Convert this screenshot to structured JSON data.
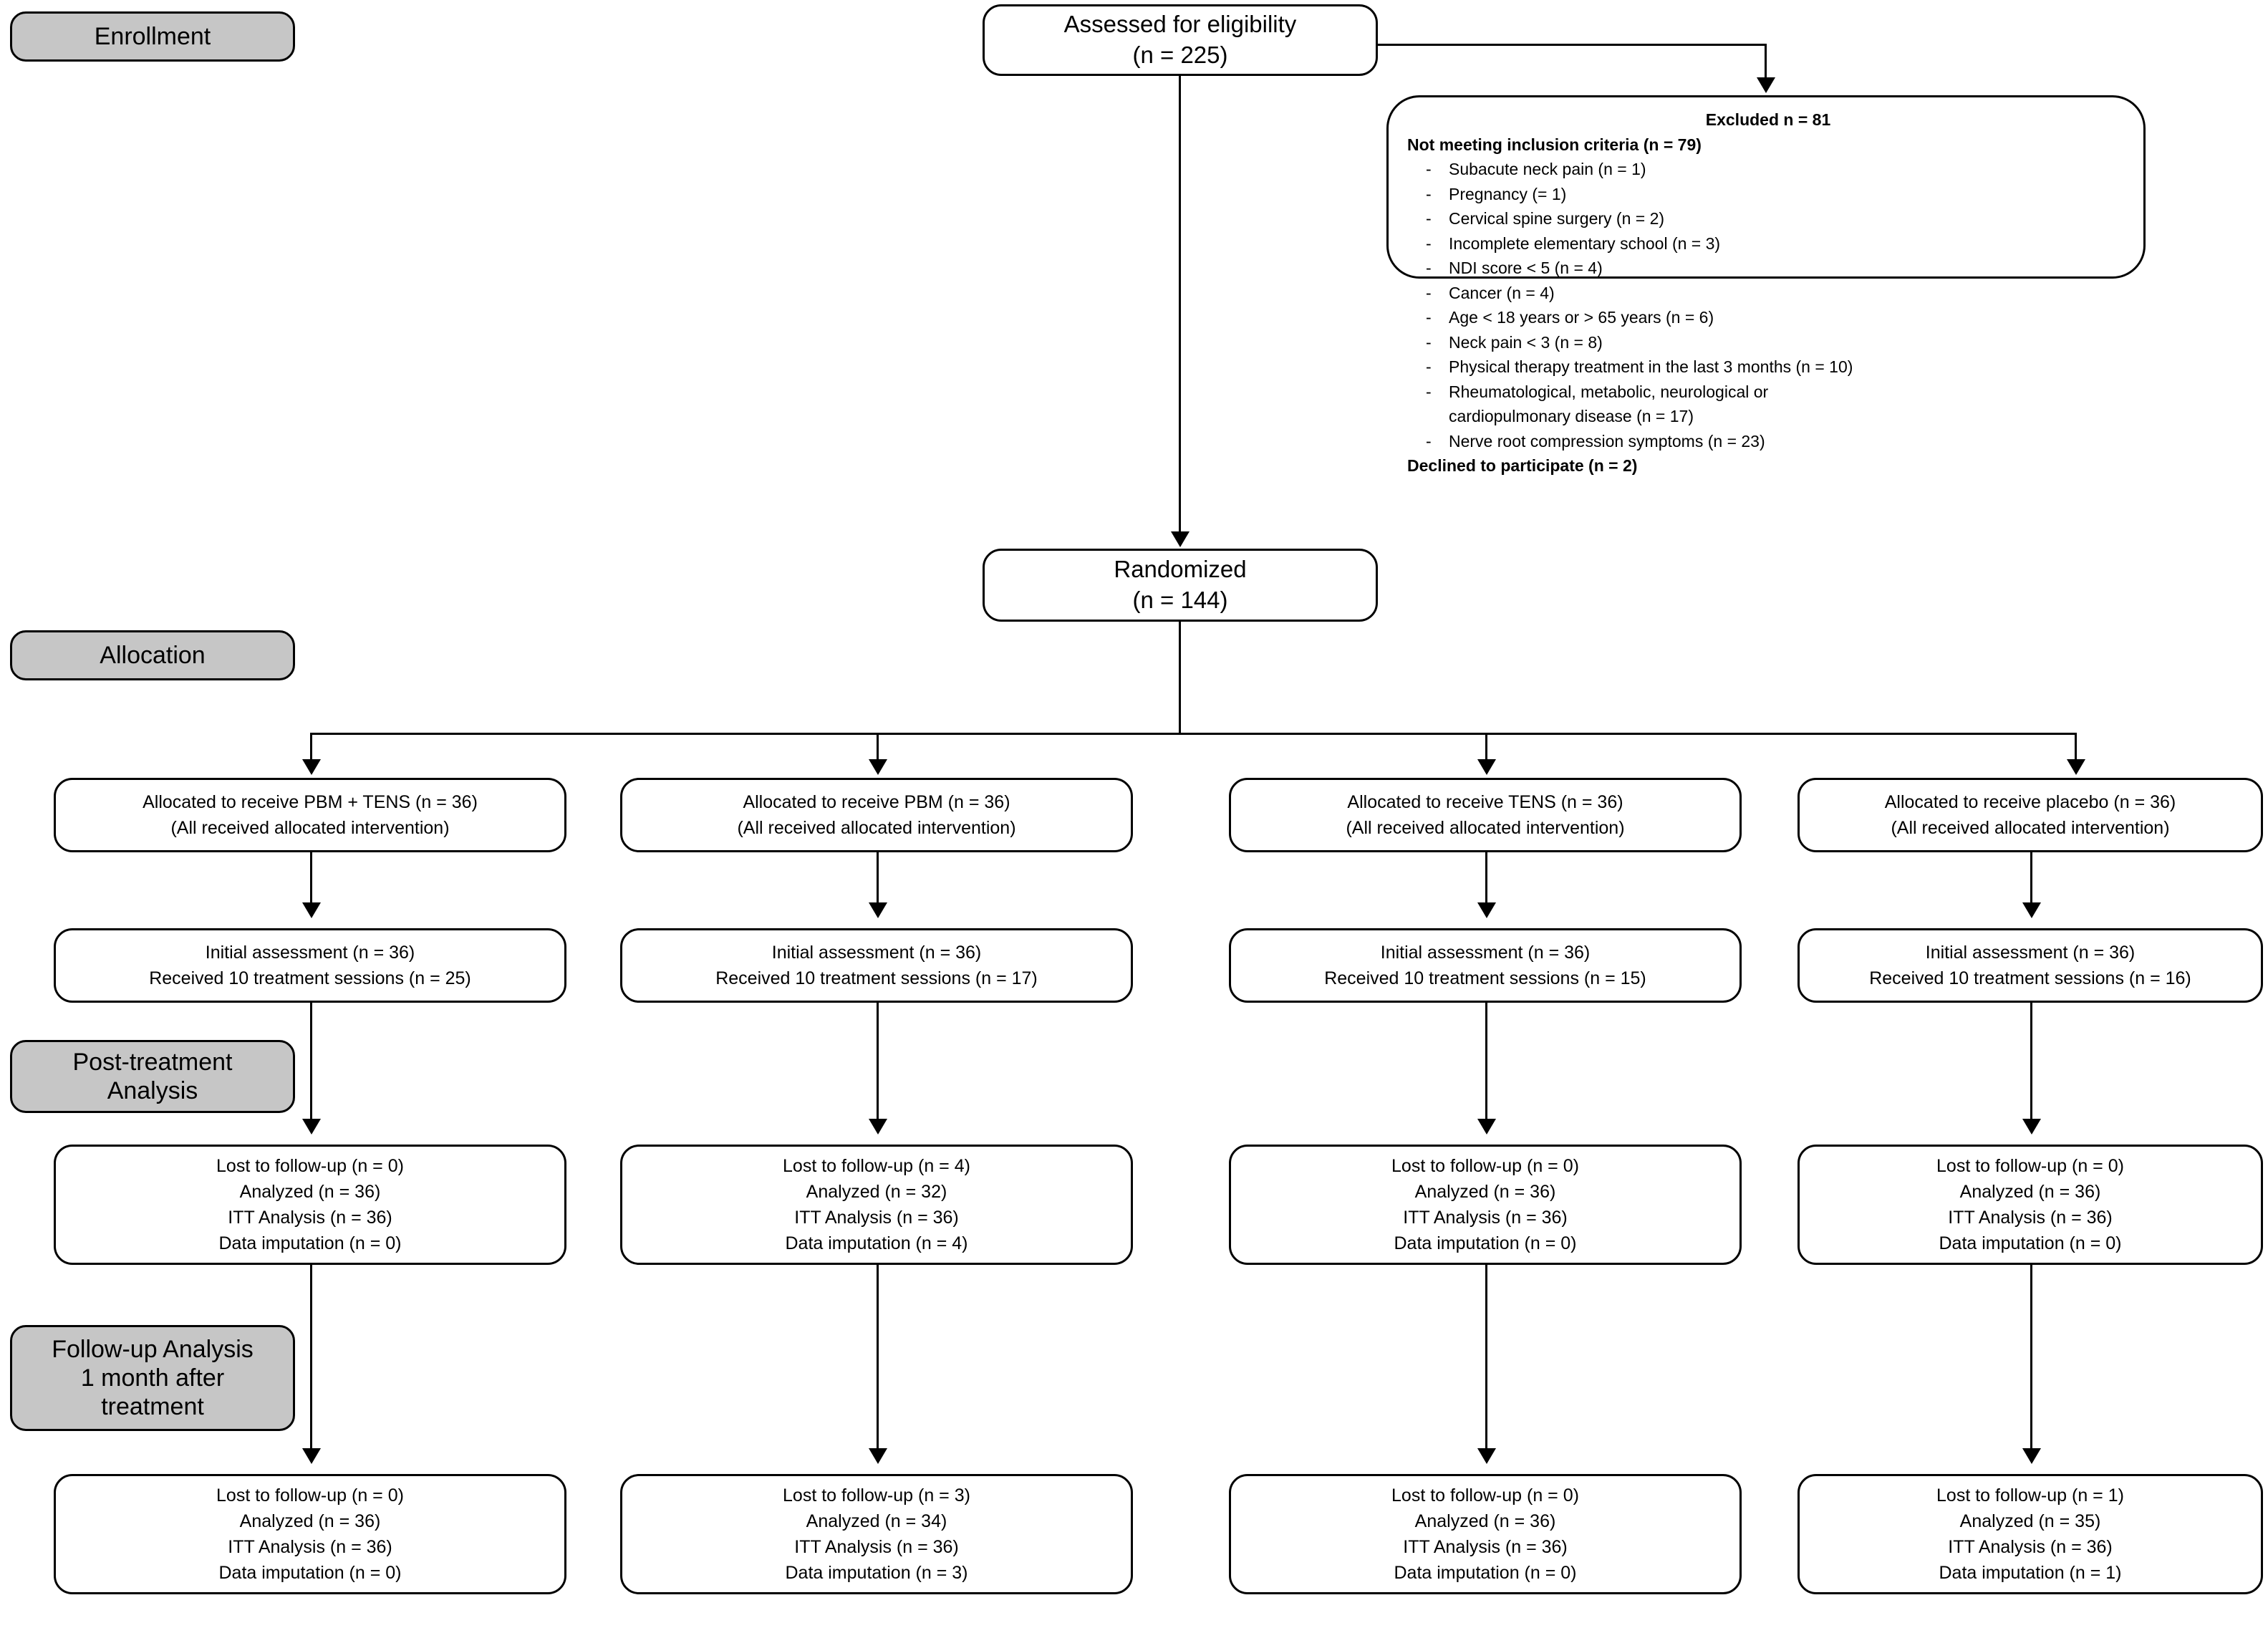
{
  "stages": [
    {
      "id": "enrollment",
      "label": "Enrollment"
    },
    {
      "id": "allocation",
      "label": "Allocation"
    },
    {
      "id": "post-treatment",
      "label": "Post-treatment\nAnalysis"
    },
    {
      "id": "follow-up",
      "label": "Follow-up Analysis\n1 month after\ntreatment"
    }
  ],
  "stage_labels": {
    "enrollment": "Enrollment",
    "allocation": "Allocation",
    "post_l1": "Post-treatment",
    "post_l2": "Analysis",
    "follow_l1": "Follow-up Analysis",
    "follow_l2": "1 month after",
    "follow_l3": "treatment"
  },
  "eligibility": {
    "line1": "Assessed for eligibility",
    "line2": "(n = 225)",
    "n": 225
  },
  "excluded": {
    "header": "Excluded n = 81",
    "n": 81,
    "subheader": "Not meeting inclusion criteria  (n = 79)",
    "not_meeting_n": 79,
    "reasons": [
      "Subacute neck pain (n = 1)",
      "Pregnancy (= 1)",
      "Cervical  spine surgery (n = 2)",
      "Incomplete elementary school (n = 3)",
      "NDI  score < 5 (n = 4)",
      "Cancer (n = 4)",
      "Age < 18 years or > 65 years (n = 6)",
      "Neck pain < 3 (n = 8)",
      "Physical therapy treatment in the last 3 months (n = 10)",
      "Rheumatological,  metabolic, neurological or cardiopulmonary  disease (n = 17)",
      "Nerve  root compression symptoms (n = 23)"
    ],
    "declined": "Declined to participate (n = 2)",
    "declined_n": 2
  },
  "randomized": {
    "line1": "Randomized",
    "line2": "(n = 144)",
    "n": 144
  },
  "arms": [
    {
      "key": "pbm_tens",
      "allocation": {
        "line1": "Allocated to receive PBM + TENS (n = 36)",
        "line2": "(All received  allocated intervention)"
      },
      "initial": {
        "line1": "Initial assessment (n = 36)",
        "line2": "Received  10 treatment sessions (n = 25)"
      },
      "post": {
        "line1": "Lost to follow-up  (n = 0)",
        "line2": "Analyzed (n = 36)",
        "line3": "ITT Analysis (n = 36)",
        "line4": "Data imputation (n = 0)"
      },
      "followup": {
        "line1": "Lost to follow-up  (n = 0)",
        "line2": "Analyzed (n = 36)",
        "line3": "ITT Analysis (n = 36)",
        "line4": "Data imputation (n = 0)"
      }
    },
    {
      "key": "pbm",
      "allocation": {
        "line1": "Allocated to receive PBM (n = 36)",
        "line2": "(All received  allocated intervention)"
      },
      "initial": {
        "line1": "Initial assessment (n = 36)",
        "line2": "Received  10 treatment sessions (n = 17)"
      },
      "post": {
        "line1": "Lost to follow-up  (n = 4)",
        "line2": "Analyzed (n = 32)",
        "line3": "ITT Analysis (n = 36)",
        "line4": "Data imputation (n = 4)"
      },
      "followup": {
        "line1": "Lost to follow-up  (n = 3)",
        "line2": "Analyzed (n = 34)",
        "line3": "ITT Analysis (n = 36)",
        "line4": "Data imputation (n = 3)"
      }
    },
    {
      "key": "tens",
      "allocation": {
        "line1": "Allocated to receive TENS (n = 36)",
        "line2": "(All received  allocated intervention)"
      },
      "initial": {
        "line1": "Initial assessment (n = 36)",
        "line2": "Received  10 treatment sessions (n = 15)"
      },
      "post": {
        "line1": "Lost to follow-up  (n = 0)",
        "line2": "Analyzed (n = 36)",
        "line3": "ITT Analysis (n = 36)",
        "line4": "Data imputation (n = 0)"
      },
      "followup": {
        "line1": "Lost to follow-up  (n = 0)",
        "line2": "Analyzed (n = 36)",
        "line3": "ITT Analysis (n = 36)",
        "line4": "Data imputation (n = 0)"
      }
    },
    {
      "key": "placebo",
      "allocation": {
        "line1": "Allocated to receive placebo (n = 36)",
        "line2": "(All received  allocated intervention)"
      },
      "initial": {
        "line1": "Initial assessment (n = 36)",
        "line2": "Received  10 treatment sessions (n = 16)"
      },
      "post": {
        "line1": "Lost to follow-up  (n = 0)",
        "line2": "Analyzed (n = 36)",
        "line3": "ITT Analysis (n = 36)",
        "line4": "Data imputation (n = 0)"
      },
      "followup": {
        "line1": "Lost to follow-up  (n = 1)",
        "line2": "Analyzed (n = 35)",
        "line3": "ITT Analysis (n = 36)",
        "line4": "Data imputation (n = 1)"
      }
    }
  ],
  "colors": {
    "stage_fill": "#c6c6c6",
    "stroke": "#000000",
    "background": "#ffffff"
  }
}
